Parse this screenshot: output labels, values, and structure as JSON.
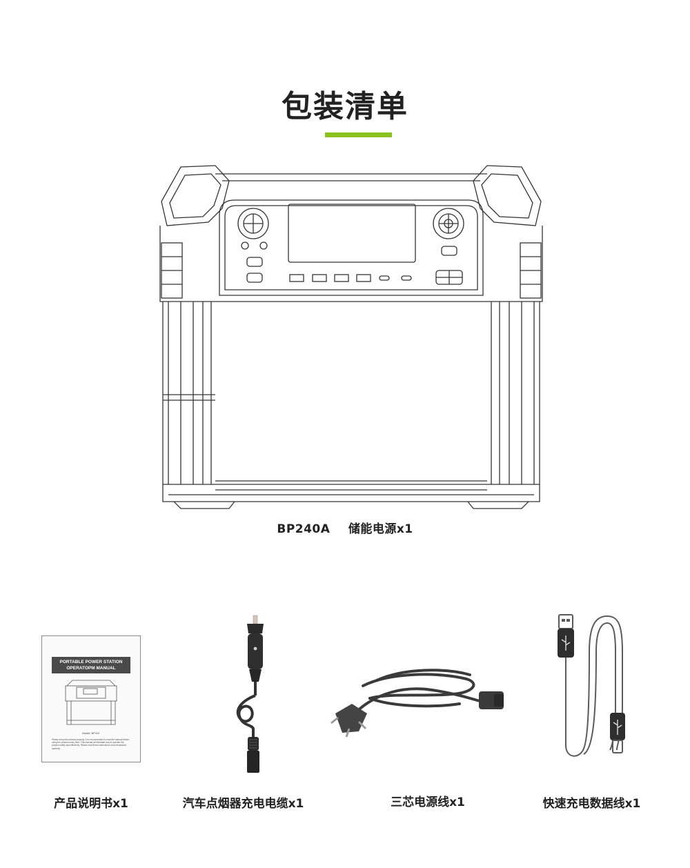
{
  "title": "包装清单",
  "accent_color": "#8cc21e",
  "main_product": {
    "model": "BP240A",
    "name": "储能电源x1"
  },
  "items": [
    {
      "caption": "产品说明书x1",
      "manual": {
        "header_line1": "PORTABLE POWER STATION",
        "header_line2": "OPERATOPM MANUAL",
        "model": "Model: BP101",
        "body": "Please keep this manual properly. It is recommended to read the manual before using the product every time. This manual will illustrate how to operate the product safely and efficiently. Please read these instructions and precautions carefully."
      }
    },
    {
      "caption": "汽车点烟器充电电缆x1"
    },
    {
      "caption": "三芯电源线x1"
    },
    {
      "caption": "快速充电数据线x1"
    }
  ]
}
